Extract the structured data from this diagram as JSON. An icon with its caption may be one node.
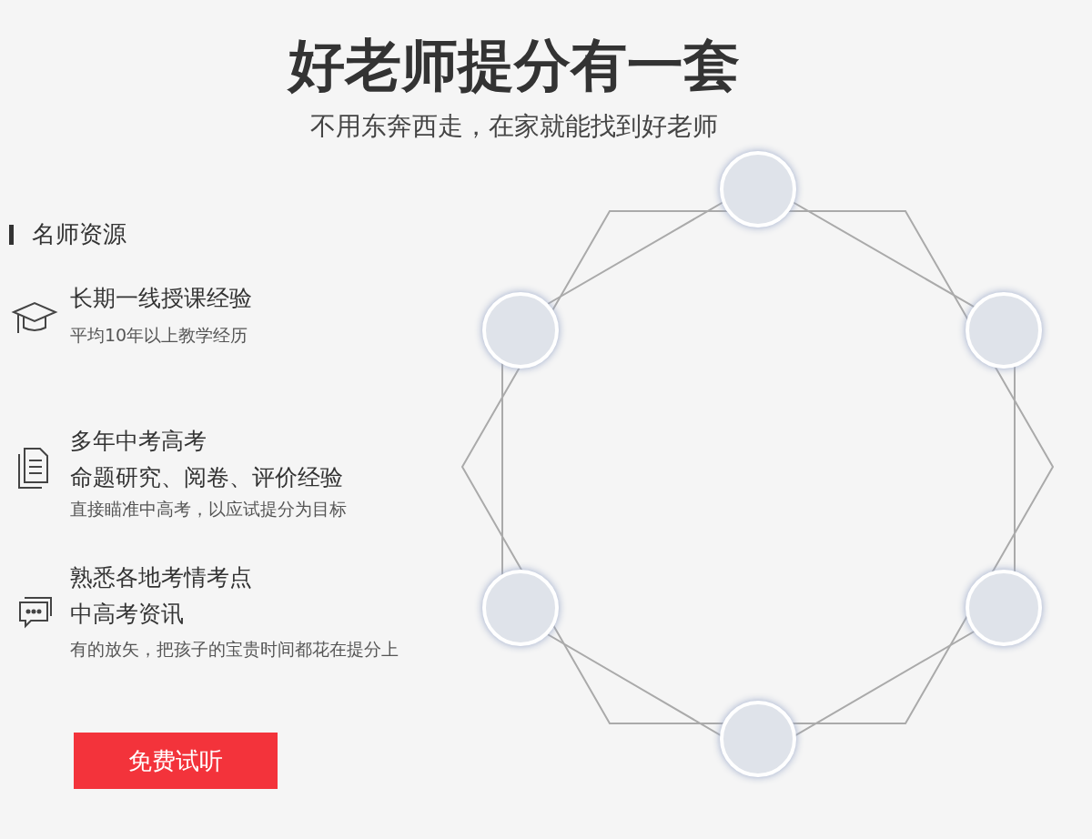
{
  "diagram": {
    "title": "好老师提分有一套",
    "labels": [
      "不用东奔西走，在家就能找到好老师",
      "名师资源",
      "长期一线授课经验",
      "平均10年以上教学经历",
      "多年中考高考",
      "命题研究、阅卷、评价经验",
      "直接瞄准中高考，以应试提分为目标",
      "熟悉各地考情考点",
      "中高考资讯",
      "有的放矢，把孩子的宝贵时间都花在提分上",
      "免费试听"
    ]
  }
}
